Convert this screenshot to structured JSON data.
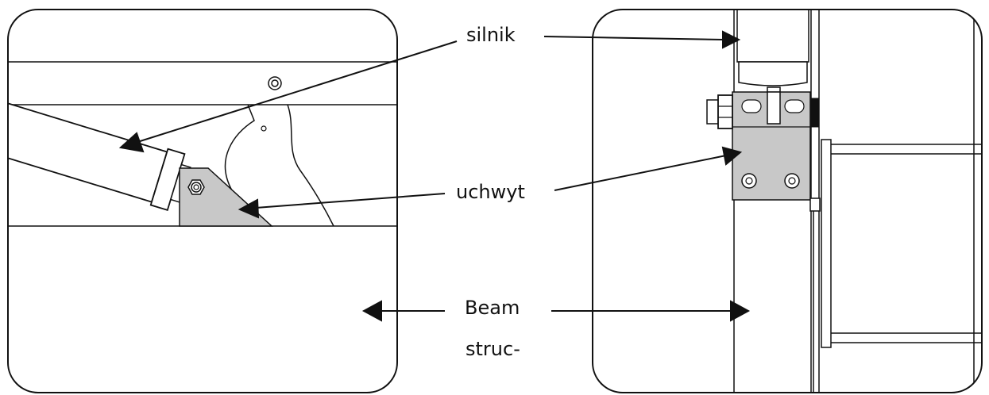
{
  "labels": {
    "motor": "silnik",
    "bracket": "uchwyt",
    "beam_line1": "Beam",
    "beam_line2": "struc-"
  },
  "colors": {
    "stroke": "#111111",
    "fill_gray": "#c8c8c8",
    "background": "#ffffff"
  }
}
